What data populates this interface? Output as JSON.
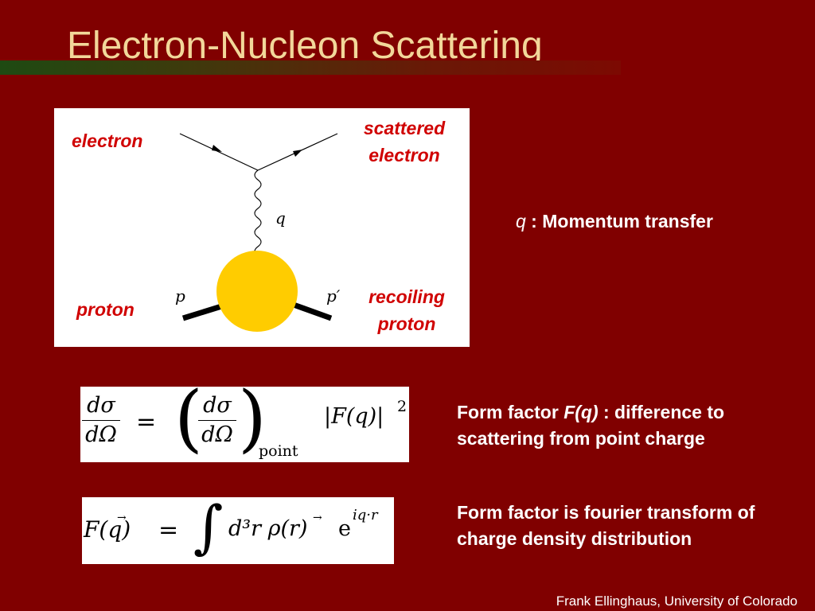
{
  "slide": {
    "title": "Electron-Nucleon Scattering",
    "footer": "Frank Ellinghaus, University of Colorado"
  },
  "diagram": {
    "electron_label": "electron",
    "scattered_label": "scattered electron",
    "proton_label": "proton",
    "recoiling_label": "recoiling proton",
    "q_symbol": "q",
    "p_symbol": "p",
    "p_prime_symbol": "p′",
    "colors": {
      "blob": "#ffcc00",
      "label": "#d00000"
    }
  },
  "notes": {
    "momentum_q": "q",
    "momentum_text": " : Momentum transfer",
    "form_factor_prefix": "Form factor ",
    "form_factor_fq": "F(q)",
    "form_factor_suffix": " : difference to scattering from point charge",
    "fourier_text": "Form factor is fourier transform of charge density distribution"
  },
  "formulas": {
    "f1": {
      "d_sigma": "dσ",
      "d_omega": "dΩ",
      "equals": "=",
      "subscript": "point",
      "form_factor": "|F(q)|",
      "exponent": "2"
    },
    "f2": {
      "lhs": "F(q)",
      "equals": "=",
      "integral": "∫",
      "integrand": "d³r ρ(r)",
      "exp_base": "e",
      "exp_power": "iq·r"
    }
  }
}
